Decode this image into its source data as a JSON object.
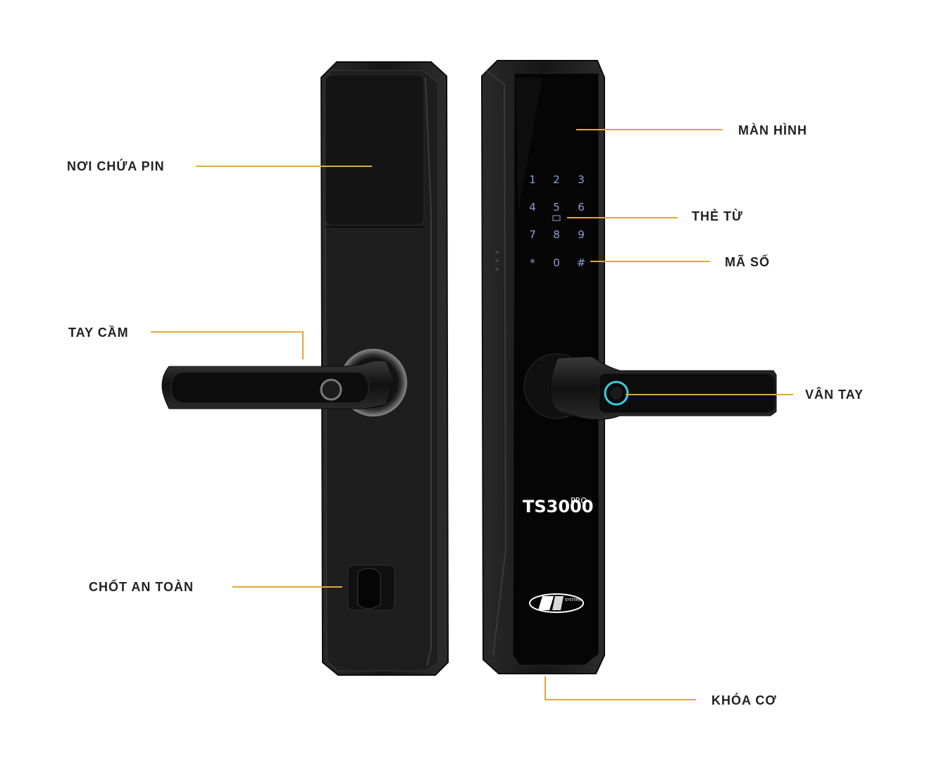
{
  "colors": {
    "leader_line": "#e0a83a",
    "label_text": "#222222",
    "lock_body": "#1b1b1b",
    "keypad_text": "#8fa0d8",
    "fingerprint_ring": "#35d0e0"
  },
  "labels": {
    "battery": "NƠI CHỨA PIN",
    "handle": "TAY CẦM",
    "safety_latch": "CHỐT AN TOÀN",
    "screen": "MÀN HÌNH",
    "card": "THẺ TỪ",
    "passcode": "MÃ SỐ",
    "fingerprint": "VÂN TAY",
    "mechanical_key": "KHÓA CƠ"
  },
  "keypad": [
    "1",
    "2",
    "3",
    "4",
    "5",
    "6",
    "7",
    "8",
    "9",
    "*",
    "0",
    "#"
  ],
  "product": {
    "model": "TS3000",
    "edition": "PRO",
    "brand_sub": "SYSTEMS"
  }
}
